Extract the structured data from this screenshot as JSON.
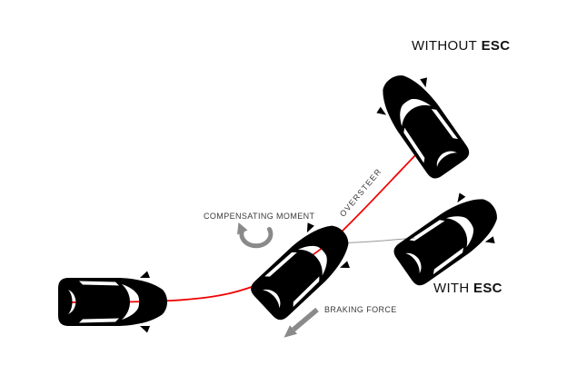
{
  "titles": {
    "without": {
      "prefix": "WITHOUT",
      "bold": "ESC"
    },
    "with": {
      "prefix": "WITH",
      "bold": "ESC"
    }
  },
  "annotations": {
    "oversteer": "OVERSTEER",
    "compensating_moment": "COMPENSATING MOMENT",
    "braking_force": "BRAKING FORCE"
  },
  "colors": {
    "background": "#ffffff",
    "car_body": "#000000",
    "trajectory_without_esc": "#f20000",
    "trajectory_with_esc": "#999999",
    "force_arrow": "#8a8a8a",
    "title_text": "#111111",
    "annotation_text": "#3a3a3a"
  }
}
